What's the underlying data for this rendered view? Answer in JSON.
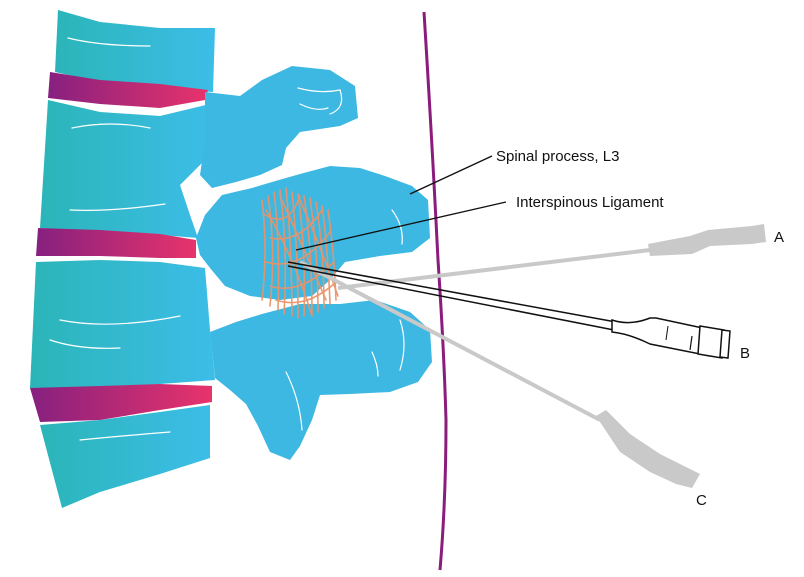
{
  "labels": {
    "spinal_process": "Spinal process, L3",
    "interspinous_ligament": "Interspinous Ligament",
    "needle_a": "A",
    "needle_b": "B",
    "needle_c": "C"
  },
  "colors": {
    "vertebra": "#3cb8e2",
    "vertebra_dark": "#2bb0c4",
    "disc_start": "#86207f",
    "disc_end": "#e8336b",
    "skin_line": "#8a1c7c",
    "ligament": "#e8946a",
    "needle_grey": "#c9c9c9",
    "needle_black": "#111111"
  }
}
